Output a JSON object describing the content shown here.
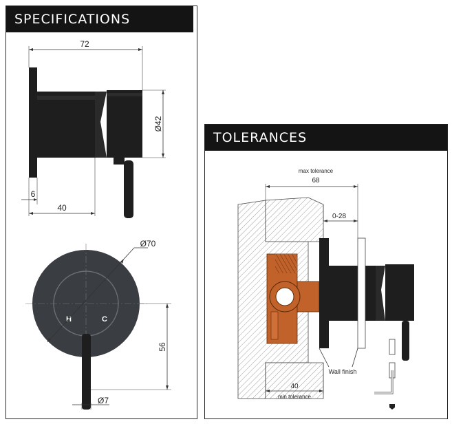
{
  "specifications": {
    "title": "SPECIFICATIONS",
    "dimensions": {
      "overall_length": "72",
      "body_diameter": "Ø42",
      "plate_thickness": "6",
      "body_depth": "40",
      "plate_diameter": "Ø70",
      "handle_offset": "56",
      "handle_diameter": "Ø7"
    },
    "labels": {
      "hot": "H",
      "cold": "C"
    }
  },
  "tolerances": {
    "title": "TOLERANCES",
    "max_tolerance_label": "max tolerance",
    "max_tolerance_value": "68",
    "adjust_range": "0-28",
    "wall_finish_label": "Wall finish",
    "min_tolerance_value": "40",
    "min_tolerance_label": "min tolerance"
  },
  "colors": {
    "body": "#1e1e1e",
    "plate_front": "#3a3d42",
    "brass_body": "#c0622a",
    "header_bg": "#141414"
  }
}
